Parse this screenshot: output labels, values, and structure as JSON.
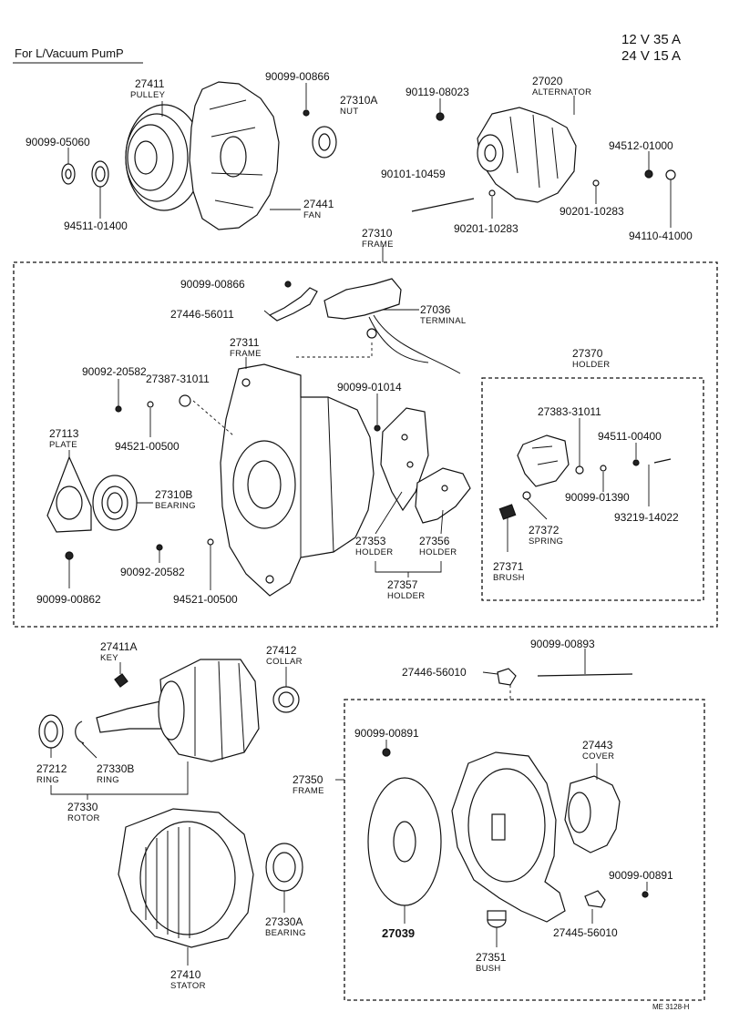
{
  "header": {
    "title": "For L/Vacuum PumP",
    "spec_line_1": "12 V 35 A",
    "spec_line_2": "24 V 15 A"
  },
  "footer": {
    "code": "ME 3128-H"
  },
  "parts": [
    {
      "id": "p27411",
      "number": "27411",
      "name": "PULLEY"
    },
    {
      "id": "p90099_00866a",
      "number": "90099-00866",
      "name": ""
    },
    {
      "id": "p27310A",
      "number": "27310A",
      "name": "NUT"
    },
    {
      "id": "p90119",
      "number": "90119-08023",
      "name": ""
    },
    {
      "id": "p27020",
      "number": "27020",
      "name": "ALTERNATOR"
    },
    {
      "id": "p90099_05060",
      "number": "90099-05060",
      "name": ""
    },
    {
      "id": "p94512",
      "number": "94512-01000",
      "name": ""
    },
    {
      "id": "p90101",
      "number": "90101-10459",
      "name": ""
    },
    {
      "id": "p27441",
      "number": "27441",
      "name": "FAN"
    },
    {
      "id": "p94511_01400",
      "number": "94511-01400",
      "name": ""
    },
    {
      "id": "p90201a",
      "number": "90201-10283",
      "name": ""
    },
    {
      "id": "p90201b",
      "number": "90201-10283",
      "name": ""
    },
    {
      "id": "p94110",
      "number": "94110-41000",
      "name": ""
    },
    {
      "id": "p27310",
      "number": "27310",
      "name": "FRAME"
    },
    {
      "id": "p90099_00866b",
      "number": "90099-00866",
      "name": ""
    },
    {
      "id": "p27446_56011",
      "number": "27446-56011",
      "name": ""
    },
    {
      "id": "p27036",
      "number": "27036",
      "name": "TERMINAL"
    },
    {
      "id": "p27311",
      "number": "27311",
      "name": "FRAME"
    },
    {
      "id": "p90092a",
      "number": "90092-20582",
      "name": ""
    },
    {
      "id": "p27370",
      "number": "27370",
      "name": "HOLDER"
    },
    {
      "id": "p27387",
      "number": "27387-31011",
      "name": ""
    },
    {
      "id": "p90099_01014",
      "number": "90099-01014",
      "name": ""
    },
    {
      "id": "p27383",
      "number": "27383-31011",
      "name": ""
    },
    {
      "id": "p27113",
      "number": "27113",
      "name": "PLATE"
    },
    {
      "id": "p94521a",
      "number": "94521-00500",
      "name": ""
    },
    {
      "id": "p94511_00400",
      "number": "94511-00400",
      "name": ""
    },
    {
      "id": "p27310B",
      "number": "27310B",
      "name": "BEARING"
    },
    {
      "id": "p90099_01390",
      "number": "90099-01390",
      "name": ""
    },
    {
      "id": "p93219",
      "number": "93219-14022",
      "name": ""
    },
    {
      "id": "p27372",
      "number": "27372",
      "name": "SPRING"
    },
    {
      "id": "p27353",
      "number": "27353",
      "name": "HOLDER"
    },
    {
      "id": "p27356",
      "number": "27356",
      "name": "HOLDER"
    },
    {
      "id": "p90092b",
      "number": "90092-20582",
      "name": ""
    },
    {
      "id": "p27371",
      "number": "27371",
      "name": "BRUSH"
    },
    {
      "id": "p27357",
      "number": "27357",
      "name": "HOLDER"
    },
    {
      "id": "p90099_00862",
      "number": "90099-00862",
      "name": ""
    },
    {
      "id": "p94521b",
      "number": "94521-00500",
      "name": ""
    },
    {
      "id": "p27411A",
      "number": "27411A",
      "name": "KEY"
    },
    {
      "id": "p27412",
      "number": "27412",
      "name": "COLLAR"
    },
    {
      "id": "p90099_00893",
      "number": "90099-00893",
      "name": ""
    },
    {
      "id": "p27446_56010",
      "number": "27446-56010",
      "name": ""
    },
    {
      "id": "p90099_00891a",
      "number": "90099-00891",
      "name": ""
    },
    {
      "id": "p27443",
      "number": "27443",
      "name": "COVER"
    },
    {
      "id": "p27212",
      "number": "27212",
      "name": "RING"
    },
    {
      "id": "p27330B",
      "number": "27330B",
      "name": "RING"
    },
    {
      "id": "p27350",
      "number": "27350",
      "name": "FRAME"
    },
    {
      "id": "p27330",
      "number": "27330",
      "name": "ROTOR"
    },
    {
      "id": "p90099_00891b",
      "number": "90099-00891",
      "name": ""
    },
    {
      "id": "p27039",
      "number": "27039",
      "name": ""
    },
    {
      "id": "p27445",
      "number": "27445-56010",
      "name": ""
    },
    {
      "id": "p27330A",
      "number": "27330A",
      "name": "BEARING"
    },
    {
      "id": "p27351",
      "number": "27351",
      "name": "BUSH"
    },
    {
      "id": "p27410",
      "number": "27410",
      "name": "STATOR"
    }
  ]
}
